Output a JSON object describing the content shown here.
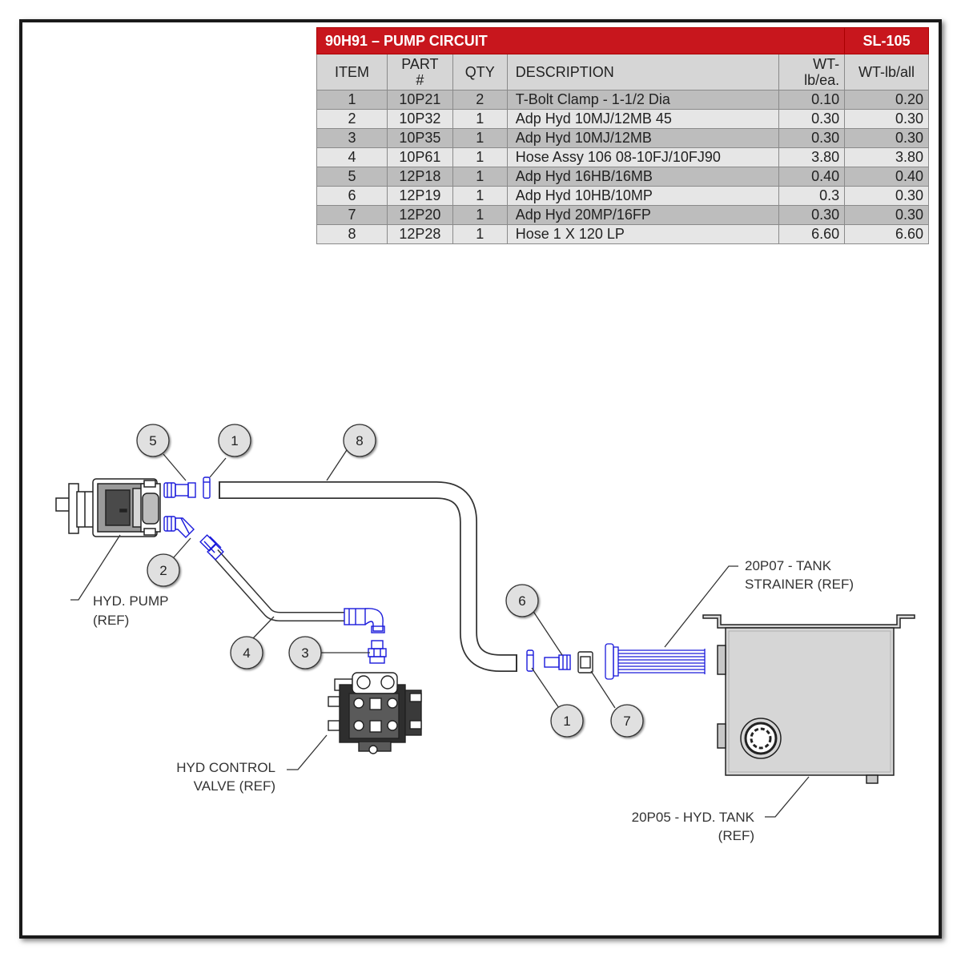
{
  "table": {
    "title": "90H91 – PUMP CIRCUIT",
    "sheet": "SL-105",
    "headers": [
      "ITEM",
      "PART #",
      "QTY",
      "DESCRIPTION",
      "WT-lb/ea.",
      "WT-lb/all"
    ],
    "header_lines": {
      "part": [
        "PART",
        "#"
      ],
      "wt_each": [
        "WT-",
        "lb/ea."
      ]
    },
    "rows": [
      {
        "item": "1",
        "part": "10P21",
        "qty": "2",
        "desc": "T-Bolt Clamp - 1-1/2 Dia",
        "wt_each": "0.10",
        "wt_all": "0.20"
      },
      {
        "item": "2",
        "part": "10P32",
        "qty": "1",
        "desc": "Adp Hyd 10MJ/12MB 45",
        "wt_each": "0.30",
        "wt_all": "0.30"
      },
      {
        "item": "3",
        "part": "10P35",
        "qty": "1",
        "desc": "Adp Hyd 10MJ/12MB",
        "wt_each": "0.30",
        "wt_all": "0.30"
      },
      {
        "item": "4",
        "part": "10P61",
        "qty": "1",
        "desc": "Hose Assy 106 08-10FJ/10FJ90",
        "wt_each": "3.80",
        "wt_all": "3.80"
      },
      {
        "item": "5",
        "part": "12P18",
        "qty": "1",
        "desc": "Adp Hyd 16HB/16MB",
        "wt_each": "0.40",
        "wt_all": "0.40"
      },
      {
        "item": "6",
        "part": "12P19",
        "qty": "1",
        "desc": "Adp Hyd 10HB/10MP",
        "wt_each": "0.3",
        "wt_all": "0.30"
      },
      {
        "item": "7",
        "part": "12P20",
        "qty": "1",
        "desc": "Adp Hyd 20MP/16FP",
        "wt_each": "0.30",
        "wt_all": "0.30"
      },
      {
        "item": "8",
        "part": "12P28",
        "qty": "1",
        "desc": "Hose 1 X 120 LP",
        "wt_each": "6.60",
        "wt_all": "6.60"
      }
    ]
  },
  "callouts": {
    "c5": "5",
    "c1a": "1",
    "c8": "8",
    "c2": "2",
    "c4": "4",
    "c3": "3",
    "c6": "6",
    "c1b": "1",
    "c7": "7"
  },
  "labels": {
    "pump": [
      "HYD. PUMP",
      "(REF)"
    ],
    "valve": [
      "HYD CONTROL",
      "VALVE (REF)"
    ],
    "strainer": [
      "20P07 - TANK",
      "STRAINER (REF)"
    ],
    "tank": [
      "20P05 - HYD. TANK",
      "(REF)"
    ]
  },
  "colors": {
    "title_bg": "#c8161d",
    "fitting_blue": "#1a1adb",
    "header_bg": "#d6d6d6",
    "row_dark": "#bdbdbd",
    "row_light": "#e6e6e6"
  }
}
